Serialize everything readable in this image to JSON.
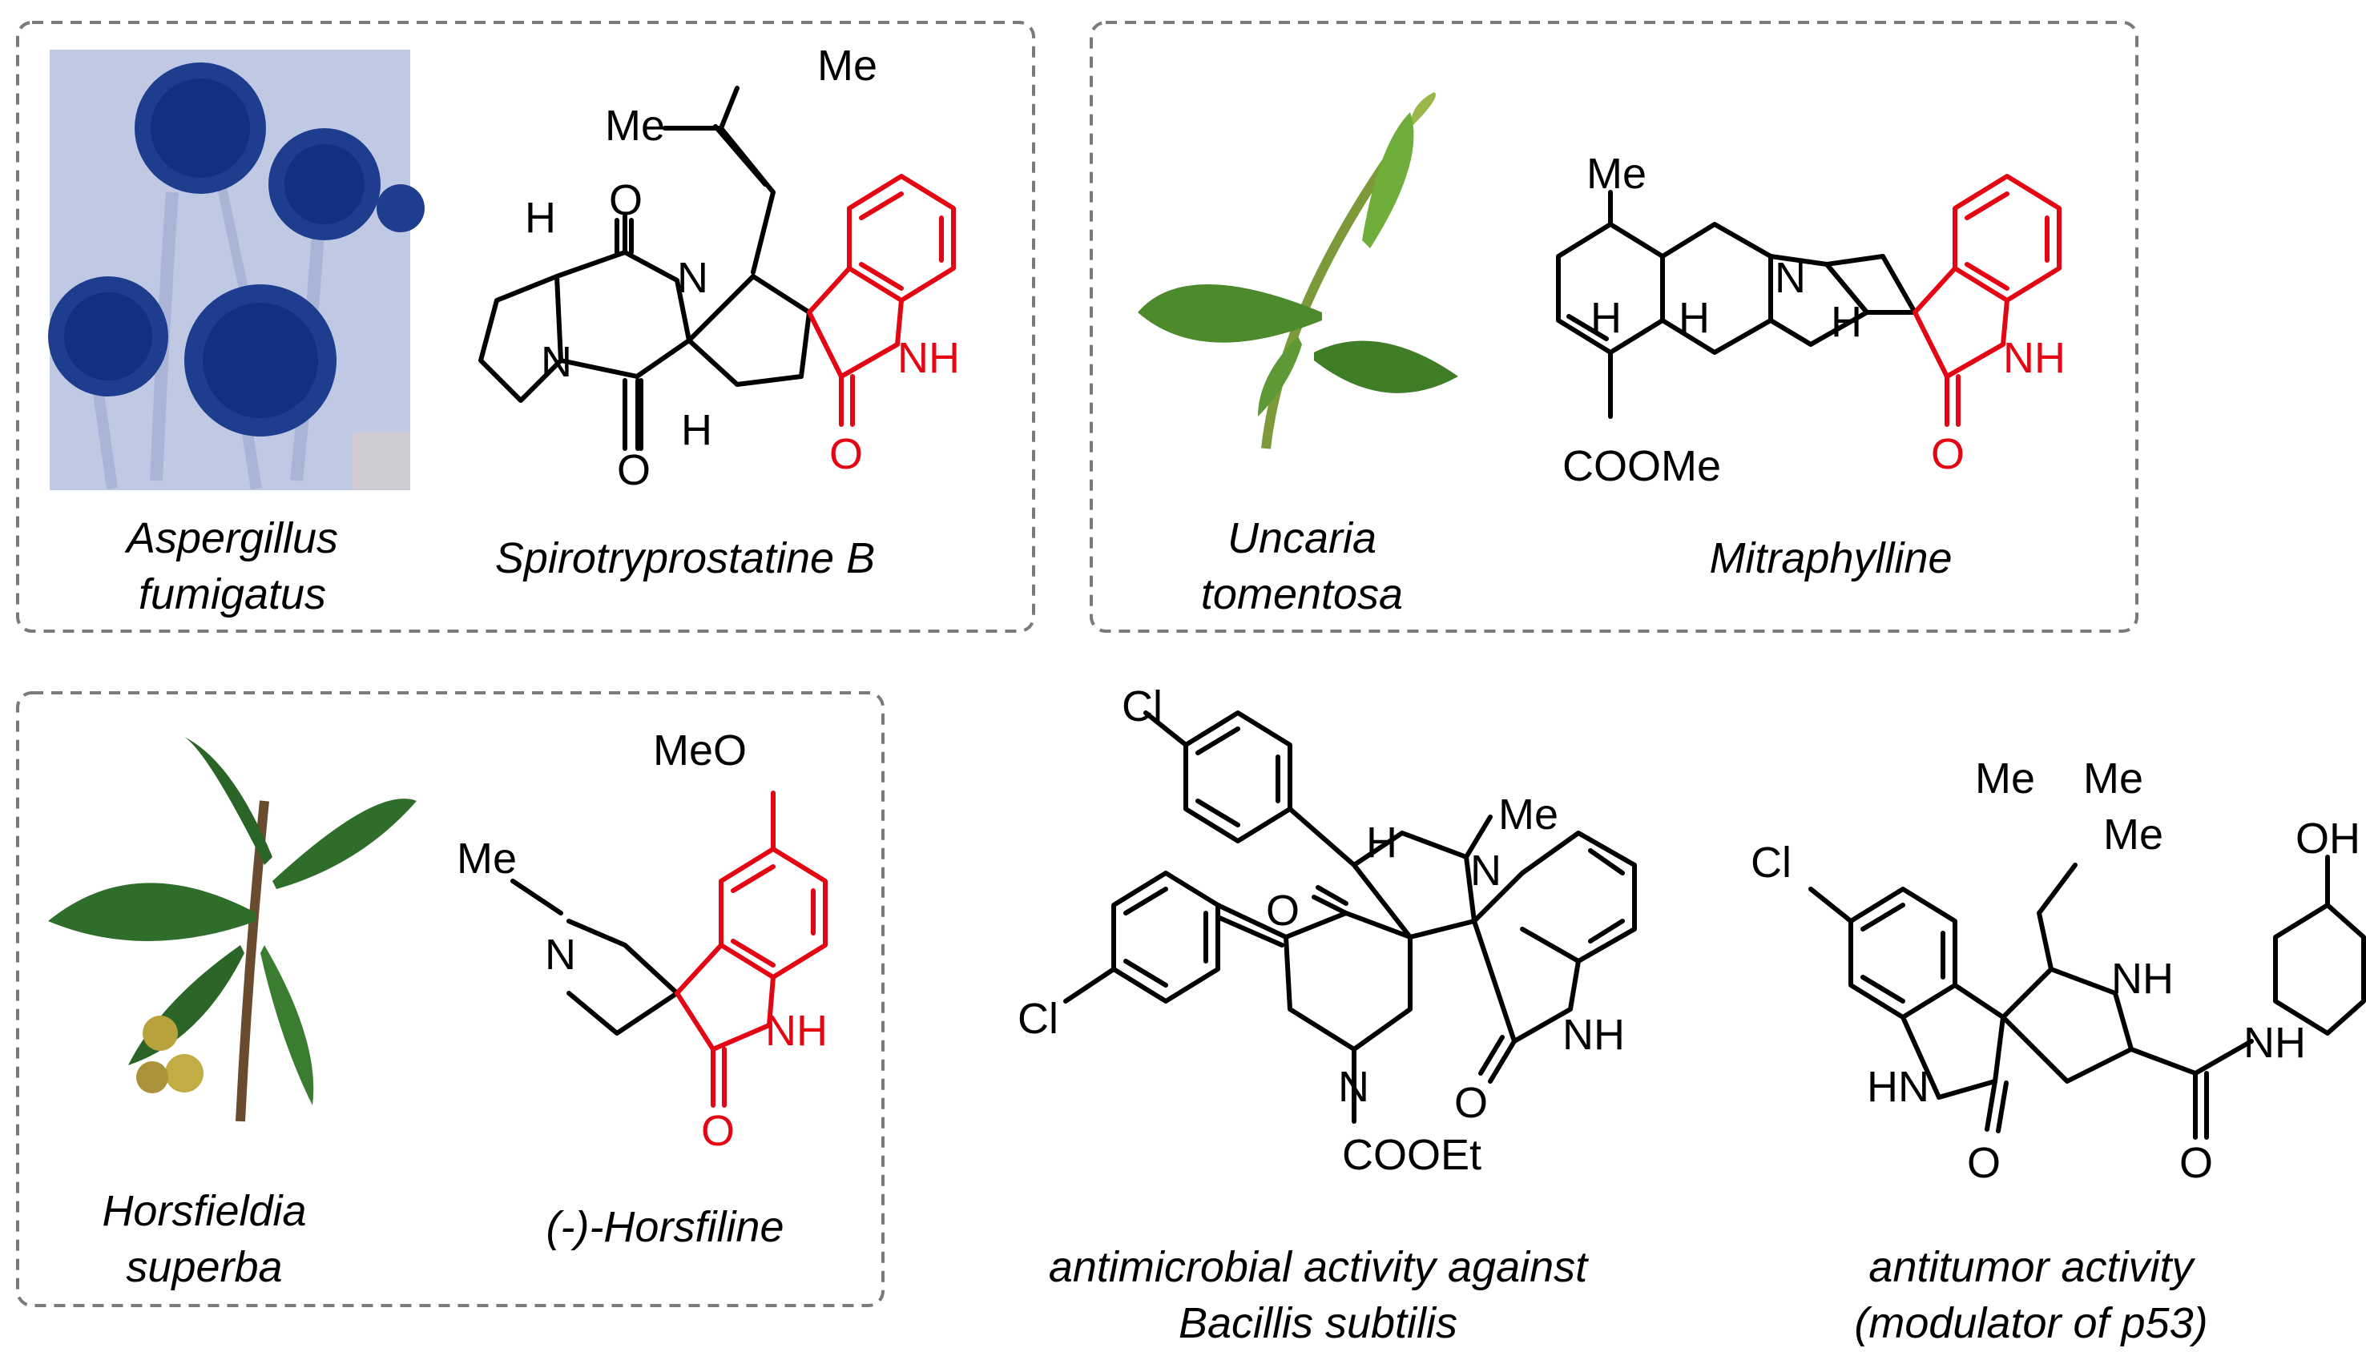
{
  "panels": {
    "spirotryprostatine": {
      "organism": [
        "Aspergillus",
        "fumigatus"
      ],
      "compound": "Spirotryprostatine B",
      "atoms": {
        "me": "Me",
        "me2": "Me",
        "h1": "H",
        "h2": "H",
        "o1": "O",
        "o2": "O",
        "n1": "N",
        "n2": "N",
        "nh": "NH",
        "o3": "O"
      }
    },
    "mitraphylline": {
      "organism": [
        "Uncaria",
        "tomentosa"
      ],
      "compound": "Mitraphylline",
      "atoms": {
        "me": "Me",
        "h1": "H",
        "h2": "H",
        "h3": "H",
        "n": "N",
        "nh": "NH",
        "o": "O",
        "ester": "COOMe"
      }
    },
    "horsfiline": {
      "organism": [
        "Horsfieldia",
        "superba"
      ],
      "compound": "(-)-Horsfiline",
      "atoms": {
        "meo": "MeO",
        "me": "Me",
        "n": "N",
        "nh": "NH",
        "o": "O"
      }
    },
    "antimicrobial": {
      "caption": [
        "antimicrobial activity against",
        "Bacillis subtilis"
      ],
      "atoms": {
        "cl1": "Cl",
        "cl2": "Cl",
        "h": "H",
        "me": "Me",
        "n1": "N",
        "n2": "N",
        "o1": "O",
        "o2": "O",
        "nh": "NH",
        "ester": "COOEt"
      }
    },
    "antitumor": {
      "caption": [
        "antitumor activity",
        "(modulator of p53)"
      ],
      "atoms": {
        "oh": "OH",
        "me1": "Me",
        "me2": "Me",
        "me3": "Me",
        "cl": "Cl",
        "nh1": "NH",
        "nh2": "HN",
        "nh3": "NH",
        "o1": "O",
        "o2": "O"
      }
    }
  },
  "colors": {
    "highlight": "#e30613",
    "frame": "#7a7a7a",
    "text": "#000000"
  }
}
